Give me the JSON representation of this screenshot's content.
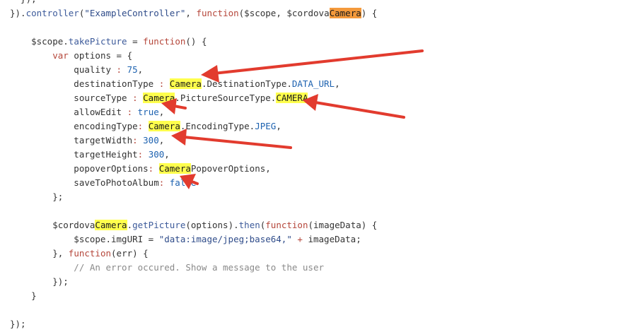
{
  "colors": {
    "background": "#ffffff",
    "text": "#333333",
    "method": "#3c5a9a",
    "keyword": "#b5463a",
    "string": "#2f4c8a",
    "number": "#1d62b0",
    "comment": "#8a8a8a",
    "highlight_yellow": "#ffff4d",
    "highlight_orange": "#f49a3c",
    "arrow": "#e23b2e"
  },
  "code": {
    "lines": [
      [
        {
          "t": "  });",
          "c": "punct"
        }
      ],
      [
        {
          "t": "}).",
          "c": "punct"
        },
        {
          "t": "controller",
          "c": "method"
        },
        {
          "t": "(",
          "c": "punct"
        },
        {
          "t": "\"ExampleController\"",
          "c": "str"
        },
        {
          "t": ", ",
          "c": "punct"
        },
        {
          "t": "function",
          "c": "kw"
        },
        {
          "t": "($scope, $cordova",
          "c": "plain"
        },
        {
          "t": "Camera",
          "c": "plain",
          "h": "orange"
        },
        {
          "t": ") {",
          "c": "punct"
        }
      ],
      [],
      [
        {
          "t": "    $scope.",
          "c": "plain"
        },
        {
          "t": "takePicture",
          "c": "method"
        },
        {
          "t": " = ",
          "c": "plain"
        },
        {
          "t": "function",
          "c": "kw"
        },
        {
          "t": "() {",
          "c": "punct"
        }
      ],
      [
        {
          "t": "        ",
          "c": "plain"
        },
        {
          "t": "var",
          "c": "kw"
        },
        {
          "t": " options = {",
          "c": "plain"
        }
      ],
      [
        {
          "t": "            quality ",
          "c": "plain"
        },
        {
          "t": ":",
          "c": "op"
        },
        {
          "t": " ",
          "c": "plain"
        },
        {
          "t": "75",
          "c": "num"
        },
        {
          "t": ",",
          "c": "punct"
        }
      ],
      [
        {
          "t": "            destinationType ",
          "c": "plain"
        },
        {
          "t": ":",
          "c": "op"
        },
        {
          "t": " ",
          "c": "plain"
        },
        {
          "t": "Camera",
          "c": "plain",
          "h": "yellow"
        },
        {
          "t": ".DestinationType.",
          "c": "plain"
        },
        {
          "t": "DATA_URL",
          "c": "const"
        },
        {
          "t": ",",
          "c": "punct"
        }
      ],
      [
        {
          "t": "            sourceType ",
          "c": "plain"
        },
        {
          "t": ":",
          "c": "op"
        },
        {
          "t": " ",
          "c": "plain"
        },
        {
          "t": "Camera",
          "c": "plain",
          "h": "yellow"
        },
        {
          "t": ".PictureSourceType.",
          "c": "plain"
        },
        {
          "t": "CAMERA",
          "c": "plain",
          "h": "yellow"
        },
        {
          "t": ",",
          "c": "punct"
        }
      ],
      [
        {
          "t": "            allowEdit ",
          "c": "plain"
        },
        {
          "t": ":",
          "c": "op"
        },
        {
          "t": " ",
          "c": "plain"
        },
        {
          "t": "true",
          "c": "const"
        },
        {
          "t": ",",
          "c": "punct"
        }
      ],
      [
        {
          "t": "            encodingType",
          "c": "plain"
        },
        {
          "t": ":",
          "c": "op"
        },
        {
          "t": " ",
          "c": "plain"
        },
        {
          "t": "Camera",
          "c": "plain",
          "h": "yellow"
        },
        {
          "t": ".EncodingType.",
          "c": "plain"
        },
        {
          "t": "JPEG",
          "c": "const"
        },
        {
          "t": ",",
          "c": "punct"
        }
      ],
      [
        {
          "t": "            targetWidth",
          "c": "plain"
        },
        {
          "t": ":",
          "c": "op"
        },
        {
          "t": " ",
          "c": "plain"
        },
        {
          "t": "300",
          "c": "num"
        },
        {
          "t": ",",
          "c": "punct"
        }
      ],
      [
        {
          "t": "            targetHeight",
          "c": "plain"
        },
        {
          "t": ":",
          "c": "op"
        },
        {
          "t": " ",
          "c": "plain"
        },
        {
          "t": "300",
          "c": "num"
        },
        {
          "t": ",",
          "c": "punct"
        }
      ],
      [
        {
          "t": "            popoverOptions",
          "c": "plain"
        },
        {
          "t": ":",
          "c": "op"
        },
        {
          "t": " ",
          "c": "plain"
        },
        {
          "t": "Camera",
          "c": "plain",
          "h": "yellow"
        },
        {
          "t": "PopoverOptions,",
          "c": "plain"
        }
      ],
      [
        {
          "t": "            saveToPhotoAlbum",
          "c": "plain"
        },
        {
          "t": ":",
          "c": "op"
        },
        {
          "t": " ",
          "c": "plain"
        },
        {
          "t": "false",
          "c": "const"
        }
      ],
      [
        {
          "t": "        };",
          "c": "punct"
        }
      ],
      [],
      [
        {
          "t": "        $cordova",
          "c": "plain"
        },
        {
          "t": "Camera",
          "c": "plain",
          "h": "yellow"
        },
        {
          "t": ".",
          "c": "plain"
        },
        {
          "t": "getPicture",
          "c": "method"
        },
        {
          "t": "(options).",
          "c": "plain"
        },
        {
          "t": "then",
          "c": "method"
        },
        {
          "t": "(",
          "c": "punct"
        },
        {
          "t": "function",
          "c": "kw"
        },
        {
          "t": "(imageData) {",
          "c": "plain"
        }
      ],
      [
        {
          "t": "            $scope.imgURI = ",
          "c": "plain"
        },
        {
          "t": "\"data:image/jpeg;base64,\"",
          "c": "str"
        },
        {
          "t": " ",
          "c": "plain"
        },
        {
          "t": "+",
          "c": "op"
        },
        {
          "t": " imageData;",
          "c": "plain"
        }
      ],
      [
        {
          "t": "        }, ",
          "c": "punct"
        },
        {
          "t": "function",
          "c": "kw"
        },
        {
          "t": "(err) {",
          "c": "plain"
        }
      ],
      [
        {
          "t": "            // An error occured. Show a message to the user",
          "c": "comment"
        }
      ],
      [
        {
          "t": "        });",
          "c": "punct"
        }
      ],
      [
        {
          "t": "    }",
          "c": "punct"
        }
      ],
      [],
      [
        {
          "t": "});",
          "c": "punct"
        }
      ]
    ]
  }
}
